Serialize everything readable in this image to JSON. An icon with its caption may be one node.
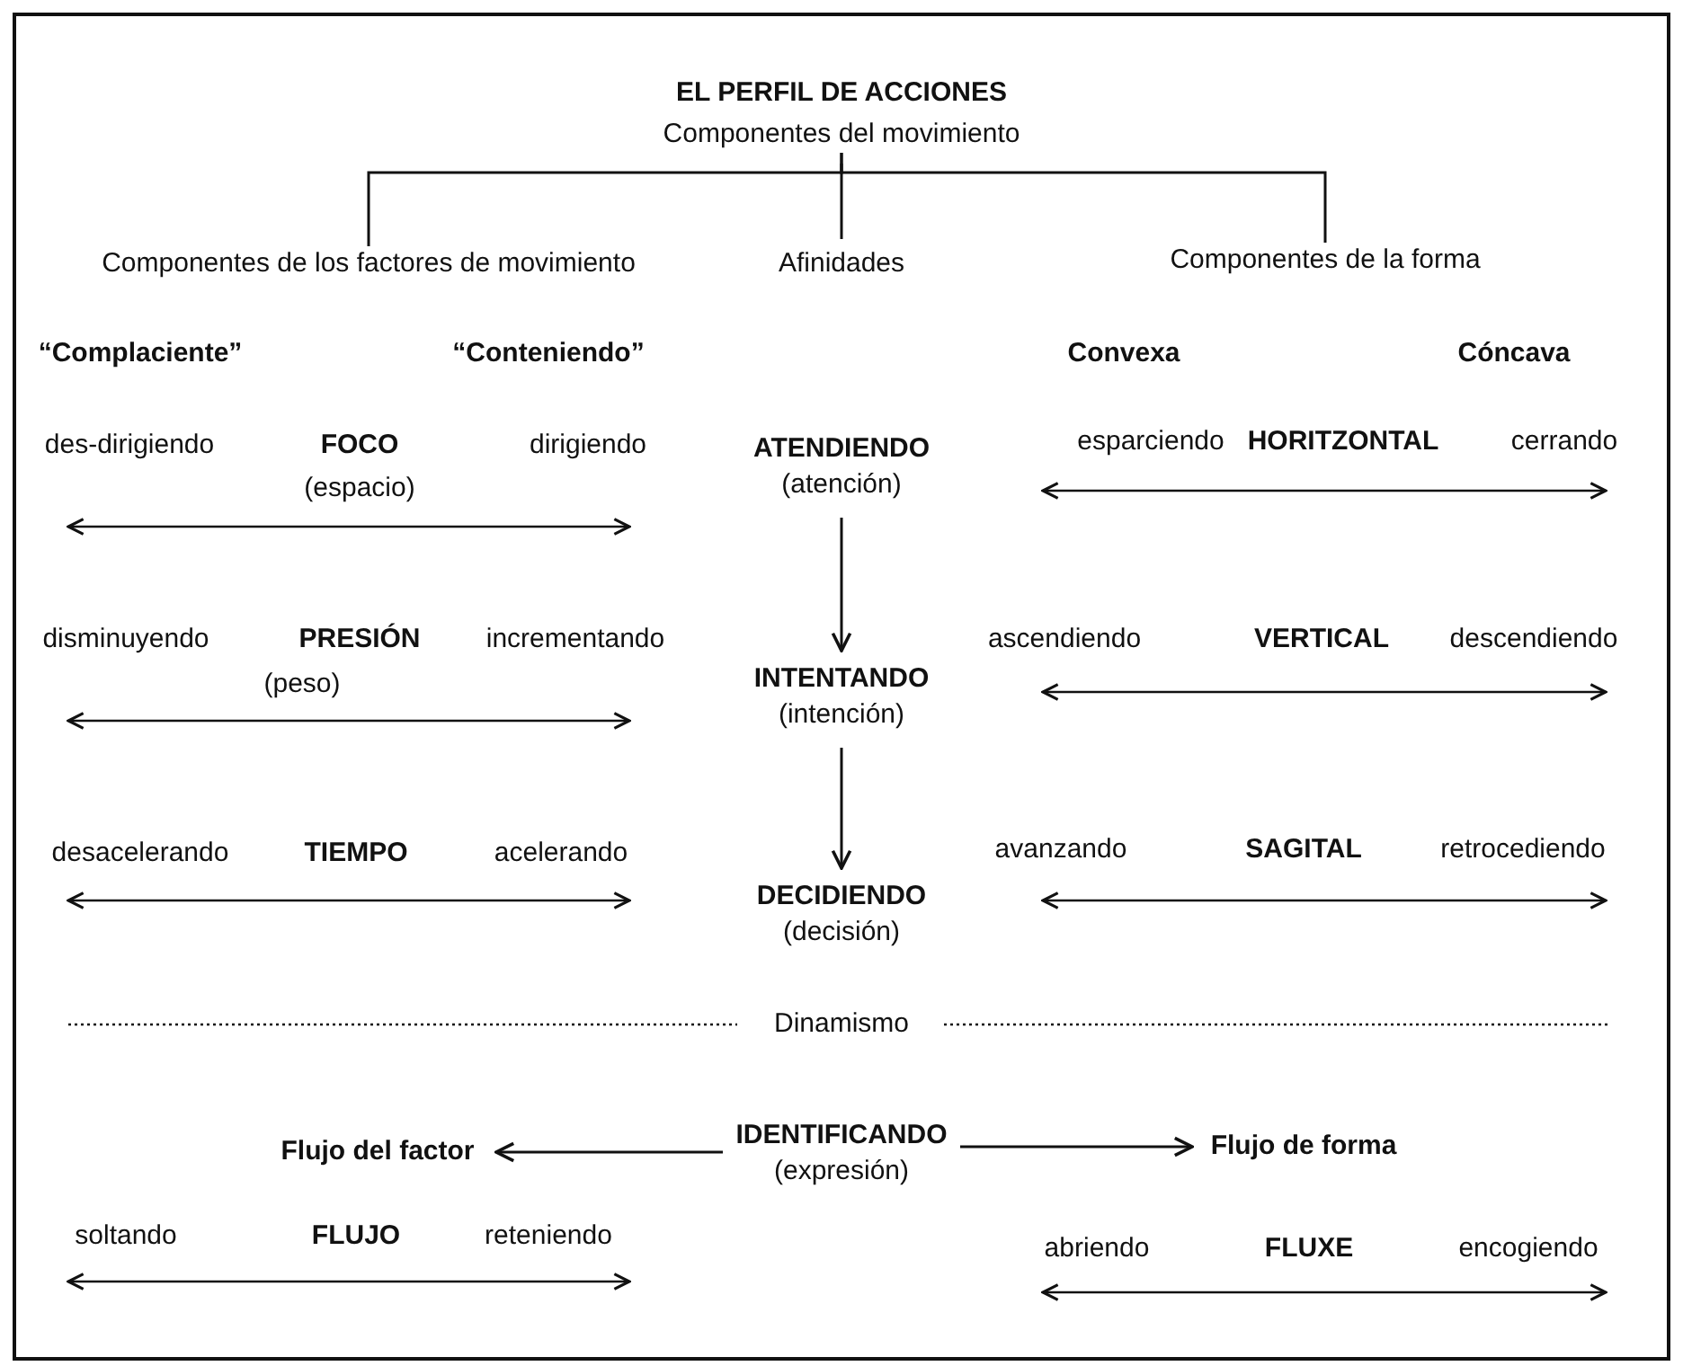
{
  "diagram": {
    "title": "EL PERFIL DE ACCIONES",
    "nodes": [
      {
        "text": [
          "Componentes del movimiento"
        ]
      },
      {
        "text": [
          "Componentes de los factores de movimiento"
        ]
      },
      {
        "text": [
          "Afinidades"
        ]
      },
      {
        "text": [
          "Componentes de la forma"
        ]
      },
      {
        "text": [
          "ATENDIENDO",
          "(atención)"
        ]
      },
      {
        "text": [
          "INTENTANDO",
          "(intención)"
        ]
      },
      {
        "text": [
          "DECIDIENDO",
          "(decisión)"
        ]
      },
      {
        "text": [
          "IDENTIFICANDO",
          "(expresión)"
        ]
      },
      {
        "text": [
          "Flujo del factor"
        ]
      },
      {
        "text": [
          "Flujo de forma"
        ]
      }
    ],
    "edges": [
      {
        "from": 0,
        "to": 1,
        "arrow": "none"
      },
      {
        "from": 0,
        "to": 2,
        "arrow": "none"
      },
      {
        "from": 0,
        "to": 3,
        "arrow": "none"
      },
      {
        "from": 4,
        "to": 5,
        "arrow": "to"
      },
      {
        "from": 5,
        "to": 6,
        "arrow": "to"
      },
      {
        "from": 7,
        "to": 8,
        "arrow": "to"
      },
      {
        "from": 7,
        "to": 9,
        "arrow": "to"
      }
    ],
    "labels": [
      "“Complaciente”",
      "“Conteniendo”",
      "Convexa",
      "Cóncava",
      "des-dirigiendo",
      "FOCO",
      "dirigiendo",
      "(espacio)",
      "esparciendo",
      "HORITZONTAL",
      "cerrando",
      "disminuyendo",
      "PRESIÓN",
      "incrementando",
      "(peso)",
      "ascendiendo",
      "VERTICAL",
      "descendiendo",
      "desacelerando",
      "TIEMPO",
      "acelerando",
      "avanzando",
      "SAGITAL",
      "retrocediendo",
      "Dinamismo",
      "soltando",
      "FLUJO",
      "reteniendo",
      "abriendo",
      "FLUXE",
      "encogiendo"
    ]
  }
}
